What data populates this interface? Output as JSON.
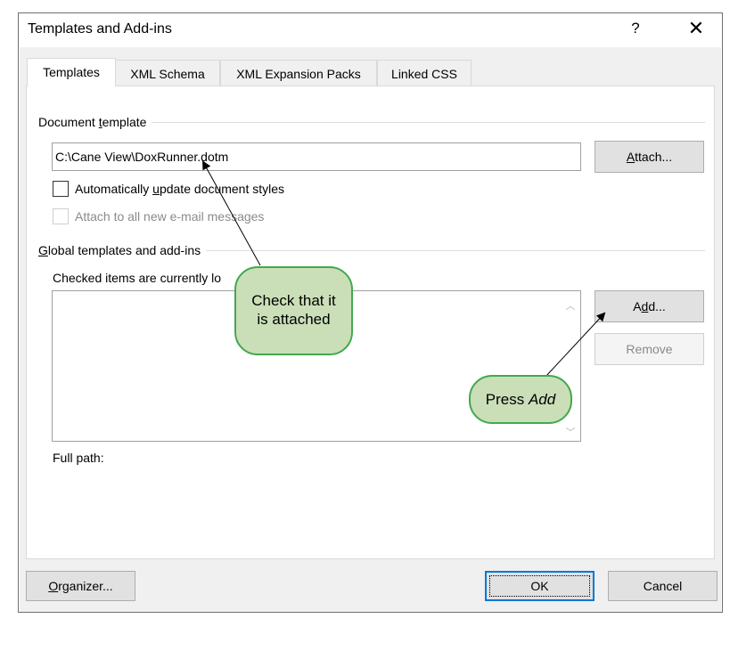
{
  "window": {
    "title": "Templates and Add-ins",
    "help_label": "?",
    "close_label": "✕"
  },
  "tabs": [
    {
      "label": "Templates",
      "active": true
    },
    {
      "label": "XML Schema",
      "active": false
    },
    {
      "label": "XML Expansion Packs",
      "active": false
    },
    {
      "label": "Linked CSS",
      "active": false
    }
  ],
  "document_template": {
    "group_label_pre": "Document ",
    "group_label_key": "t",
    "group_label_post": "emplate",
    "path_value": "C:\\Cane View\\DoxRunner.dotm",
    "attach_pre": "",
    "attach_key": "A",
    "attach_post": "ttach...",
    "auto_update": {
      "pre": "Automatically ",
      "key": "u",
      "post": "pdate document styles",
      "checked": false
    },
    "attach_email": {
      "label": "Attach to all new e-mail messages",
      "checked": false,
      "disabled": true
    }
  },
  "global_templates": {
    "group_label_pre": "",
    "group_label_key": "G",
    "group_label_post": "lobal templates and add-ins",
    "hint": "Checked items are currently lo",
    "items": [],
    "add_pre": "A",
    "add_key": "d",
    "add_post": "d...",
    "remove_label": "Remove",
    "full_path_label": "Full path:"
  },
  "footer": {
    "organizer_pre": "",
    "organizer_key": "O",
    "organizer_post": "rganizer...",
    "ok_label": "OK",
    "cancel_label": "Cancel"
  },
  "callouts": {
    "check": {
      "line1": "Check that it",
      "line2": "is attached"
    },
    "press": {
      "pre": "Press ",
      "em": "Add"
    }
  },
  "colors": {
    "callout_fill": "#cadfb8",
    "callout_border": "#41a94f",
    "default_button_border": "#0078d7"
  }
}
